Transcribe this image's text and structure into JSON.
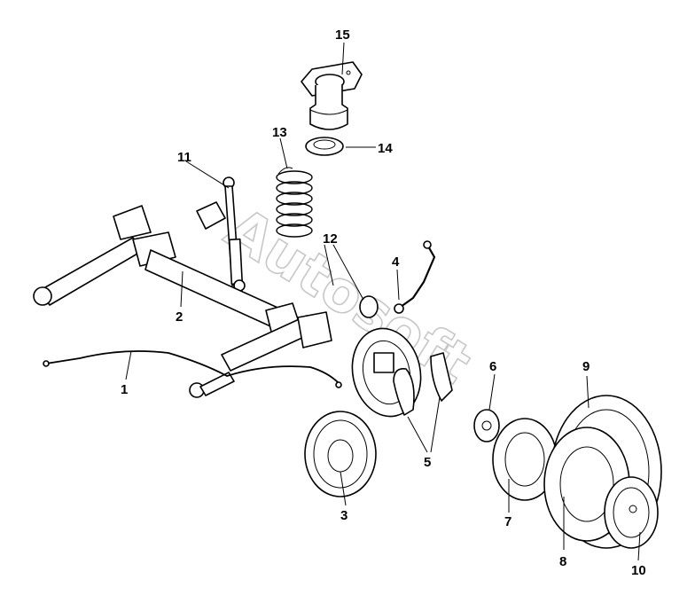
{
  "diagram": {
    "callouts": [
      "1",
      "2",
      "3",
      "4",
      "5",
      "6",
      "7",
      "8",
      "9",
      "10",
      "11",
      "12",
      "13",
      "14",
      "15"
    ],
    "watermark": "Autosoft"
  },
  "colors": {
    "line": "#000000",
    "background": "#ffffff",
    "watermark": "#9a9a9a"
  },
  "parts": [
    {
      "name": "handbrake-cable",
      "number": "1"
    },
    {
      "name": "rear-axle-beam",
      "number": "2"
    },
    {
      "name": "brake-drum",
      "number": "3"
    },
    {
      "name": "brake-hose",
      "number": "4"
    },
    {
      "name": "brake-shoes",
      "number": "5"
    },
    {
      "name": "wheel-hub",
      "number": "6"
    },
    {
      "name": "wheel-rim-inner",
      "number": "7"
    },
    {
      "name": "wheel-rim",
      "number": "8"
    },
    {
      "name": "tyre",
      "number": "9"
    },
    {
      "name": "hub-cap",
      "number": "10"
    },
    {
      "name": "shock-absorber",
      "number": "11"
    },
    {
      "name": "axle-bushing",
      "number": "12"
    },
    {
      "name": "coil-spring",
      "number": "13"
    },
    {
      "name": "spring-seat",
      "number": "14"
    },
    {
      "name": "bump-stop-mount",
      "number": "15"
    }
  ]
}
